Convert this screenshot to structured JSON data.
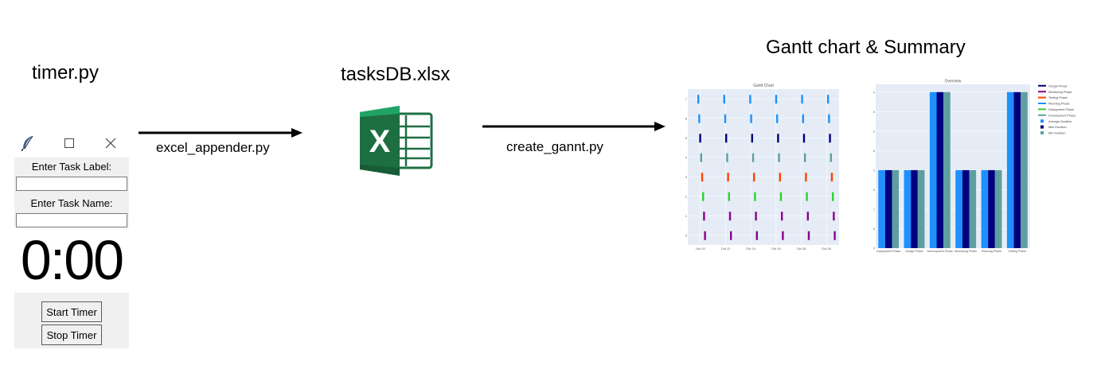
{
  "stages": {
    "timer": {
      "title": "timer.py"
    },
    "database": {
      "title": "tasksDB.xlsx"
    },
    "output": {
      "title": "Gantt chart & Summary"
    }
  },
  "arrows": {
    "first": {
      "label": "excel_appender.py"
    },
    "second": {
      "label": "create_gannt.py"
    }
  },
  "timer_window": {
    "label_prompt": "Enter Task Label:",
    "label_value": "",
    "name_prompt": "Enter Task Name:",
    "name_value": "",
    "display": "0:00",
    "start_button": "Start Timer",
    "stop_button": "Stop Timer",
    "icons": [
      "feather-icon",
      "maximize-icon",
      "close-icon"
    ]
  },
  "excel_icon": {
    "letter": "X",
    "color": "#1d6f42",
    "dark": "#185c37",
    "light": "#21a366"
  },
  "colors": {
    "arrow": "#000000",
    "plot_bg": "#e5ecf6",
    "navy": "#00007f",
    "blue": "#1e90ff",
    "teal": "#5f9ea0",
    "red": "#ff4500",
    "green": "#32cd32",
    "purple": "#8b008b",
    "lilac": "#9932cc"
  },
  "chart_data": [
    {
      "type": "gantt",
      "title": "Gantt Chart",
      "x_ticks": [
        "Oct 10",
        "Oct 12",
        "Oct 14",
        "Oct 16",
        "Oct 18",
        "Oct 20"
      ],
      "y_ticks": [
        "7",
        "6",
        "5",
        "4",
        "3",
        "2",
        "1",
        "0"
      ],
      "rows": [
        {
          "row": 7,
          "color": "#1e90ff",
          "marks": 6
        },
        {
          "row": 6,
          "color": "#1e90ff",
          "marks": 6
        },
        {
          "row": 5,
          "color": "#00007f",
          "marks": 6
        },
        {
          "row": 4,
          "color": "#5f9ea0",
          "marks": 6
        },
        {
          "row": 3,
          "color": "#ff4500",
          "marks": 6
        },
        {
          "row": 2,
          "color": "#32cd32",
          "marks": 6
        },
        {
          "row": 1,
          "color": "#8b008b",
          "marks": 6
        },
        {
          "row": 0,
          "color": "#8b008b",
          "marks": 6
        }
      ]
    },
    {
      "type": "bar",
      "title": "Overview",
      "categories": [
        "Deployment Phase",
        "Design Phase",
        "Development Phase",
        "Monitoring Phase",
        "Planning Phase",
        "Testing Phase"
      ],
      "series": [
        {
          "name": "Average Duration",
          "color": "#1e90ff",
          "values": [
            2,
            2,
            4,
            2,
            2,
            4
          ]
        },
        {
          "name": "Max Duration",
          "color": "#00007f",
          "values": [
            2,
            2,
            4,
            2,
            2,
            4
          ]
        },
        {
          "name": "Min Duration",
          "color": "#5f9ea0",
          "values": [
            2,
            2,
            4,
            2,
            2,
            4
          ]
        }
      ],
      "ylim": [
        0,
        4.2
      ],
      "y_ticks": [
        0,
        0.5,
        1,
        1.5,
        2,
        2.5,
        3,
        3.5,
        4
      ],
      "legend": {
        "position": "right",
        "items": [
          {
            "label": "Design Phase",
            "color": "#00007f",
            "kind": "line"
          },
          {
            "label": "Monitoring Phase",
            "color": "#8b008b",
            "kind": "line"
          },
          {
            "label": "Testing Phase",
            "color": "#ff4500",
            "kind": "line"
          },
          {
            "label": "Planning Phase",
            "color": "#1e90ff",
            "kind": "line"
          },
          {
            "label": "Deployment Phase",
            "color": "#32cd32",
            "kind": "line"
          },
          {
            "label": "Development Phase",
            "color": "#5f9ea0",
            "kind": "line"
          },
          {
            "label": "Average Duration",
            "color": "#1e90ff",
            "kind": "square"
          },
          {
            "label": "Max Duration",
            "color": "#00007f",
            "kind": "square"
          },
          {
            "label": "Min Duration",
            "color": "#5f9ea0",
            "kind": "square"
          }
        ]
      }
    }
  ]
}
